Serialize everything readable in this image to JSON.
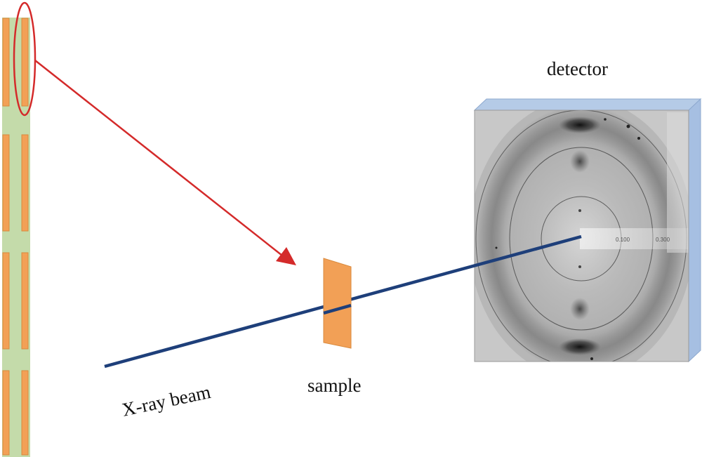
{
  "labels": {
    "detector": "detector",
    "sample": "sample",
    "beam": "X-ray beam"
  },
  "detector_scale_labels": [
    "0.100",
    "0.300"
  ],
  "colors": {
    "specimen_green": "#c4dbaa",
    "specimen_orange": "#f2a056",
    "callout_red": "#d42a2a",
    "beam_blue": "#1e3f7a",
    "detector_frame": "#b5cbe7",
    "detector_face": "#c8c8c8"
  }
}
